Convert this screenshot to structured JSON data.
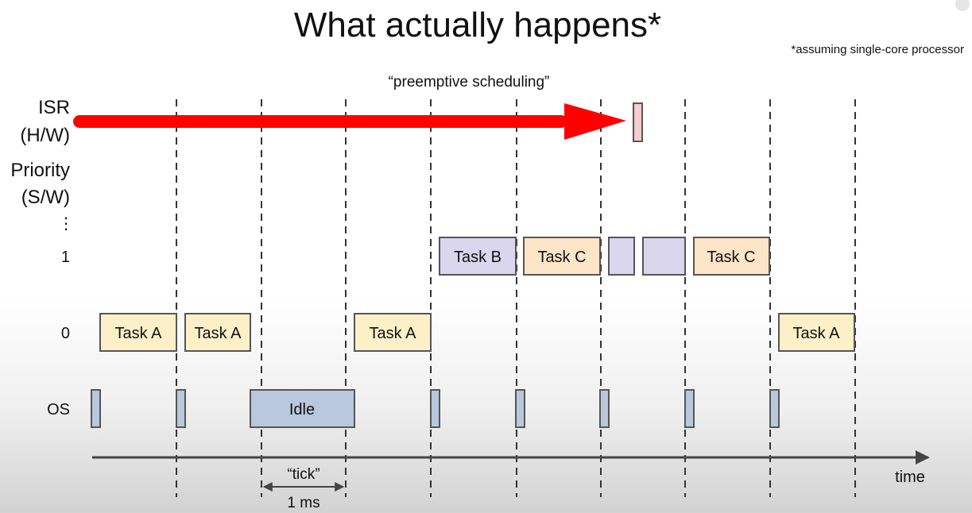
{
  "title": "What actually happens*",
  "footnote": "*assuming single-core processor",
  "annotation": "“preemptive scheduling”",
  "rows": {
    "isr": [
      "ISR",
      "(H/W)"
    ],
    "priority": [
      "Priority",
      "(S/W)"
    ],
    "ellipsis": "⋮",
    "p1": "1",
    "p0": "0",
    "os": "OS"
  },
  "tasks": {
    "task_a": "Task A",
    "task_b": "Task B",
    "task_c": "Task C",
    "idle": "Idle"
  },
  "axis": {
    "label": "time",
    "tick_label": "“tick”",
    "tick_value": "1 ms"
  },
  "colors": {
    "task_a": "#fdf0c9",
    "task_b": "#d9d6ee",
    "task_c": "#fde5c8",
    "os": "#b9c8dc",
    "isr": "#f7cccc",
    "arrow": "#ff0000"
  },
  "icons": {
    "arrow": "red-arrow-icon"
  }
}
